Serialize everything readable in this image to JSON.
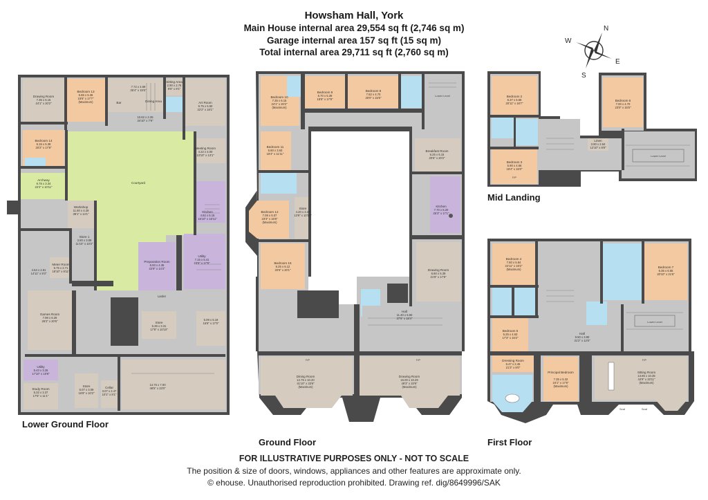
{
  "header": {
    "title": "Howsham Hall, York",
    "line1": "Main House internal area 29,554 sq ft (2,746 sq m)",
    "line2": "Garage internal area 157 sq ft (15 sq m)",
    "line3": "Total internal area 29,711 sq ft (2,760 sq m)"
  },
  "compass": {
    "n": "N",
    "e": "E",
    "s": "S",
    "w": "W"
  },
  "floors": {
    "lower": "Lower Ground Floor",
    "ground": "Ground Floor",
    "mid": "Mid Landing",
    "first": "First Floor"
  },
  "rooms": {
    "lg": [
      {
        "name": "Drawing Room",
        "dims": "7.35 x 6.15",
        "imp": "24'1\" x 20'2\""
      },
      {
        "name": "Bedroom 13",
        "dims": "5.65 x 5.36",
        "imp": "18'6\" x 17'7\"",
        "note": "(Maximum)"
      },
      {
        "name": "Bar",
        "dims": "",
        "imp": ""
      },
      {
        "name": "",
        "dims": "7.72 x 4.69",
        "imp": "25'4\" x 15'5\""
      },
      {
        "name": "Dining Area",
        "dims": "",
        "imp": ""
      },
      {
        "name": "Sitting Area",
        "dims": "2.90 x 2.76",
        "imp": "9'6\" x 9'1\""
      },
      {
        "name": "Art Room",
        "dims": "6.75 x 5.50",
        "imp": "22'2\" x 18'1\""
      },
      {
        "name": "",
        "dims": "10.62 x 2.35",
        "imp": "34'10\" x 7'9\""
      },
      {
        "name": "Bedroom 14",
        "dims": "6.15 x 5.38",
        "imp": "20'2\" x 17'8\""
      },
      {
        "name": "Meeting Room",
        "dims": "4.22 x 4.00",
        "imp": "13'10\" x 13'1\""
      },
      {
        "name": "Archway",
        "dims": "6.75 x 3.34",
        "imp": "22'2\" x 10'11\""
      },
      {
        "name": "Courtyard",
        "dims": "",
        "imp": ""
      },
      {
        "name": "Workshop",
        "dims": "11.60 x 4.29",
        "imp": "38'1\" x 14'1\""
      },
      {
        "name": "Kitchen",
        "dims": "4.82 x 5.15",
        "imp": "15'10\" x 16'11\""
      },
      {
        "name": "Store 1",
        "dims": "3.60 x 3.09",
        "imp": "11'10\" x 10'2\""
      },
      {
        "name": "Meter Room",
        "dims": "5.75 x 2.71",
        "imp": "18'10\" x 8'11\""
      },
      {
        "name": "",
        "dims": "4.54 x 2.81",
        "imp": "14'11\" x 9'3\""
      },
      {
        "name": "Preparation Room",
        "dims": "6.93 x 4.35",
        "imp": "22'9\" x 14'3\""
      },
      {
        "name": "Utility",
        "dims": "7.15 x 5.41",
        "imp": "23'5\" x 17'9\""
      },
      {
        "name": "Larder",
        "dims": "",
        "imp": ""
      },
      {
        "name": "Games Room",
        "dims": "7.98 x 6.26",
        "imp": "26'2\" x 20'6\""
      },
      {
        "name": "Store",
        "dims": "5.39 x 3.31",
        "imp": "17'8\" x 10'10\""
      },
      {
        "name": "",
        "dims": "5.09 x 5.19",
        "imp": "16'8\" x 17'0\""
      },
      {
        "name": "Utility",
        "dims": "5.43 x 3.26",
        "imp": "17'10\" x 10'8\""
      },
      {
        "name": "Study Room",
        "dims": "5.32 x 3.37",
        "imp": "17'5\" x 11'1\""
      },
      {
        "name": "Store",
        "dims": "5.07 x 3.09",
        "imp": "16'8\" x 10'2\""
      },
      {
        "name": "Cellar",
        "dims": "3.07 x 2.47",
        "imp": "10'1\" x 8'1\""
      },
      {
        "name": "",
        "dims": "14.75 x 7.00",
        "imp": "48'5\" x 23'0\""
      }
    ],
    "gf": [
      {
        "name": "Bedroom 10",
        "dims": "7.35 x 6.15",
        "imp": "24'1\" x 20'2\"",
        "note": "(Maximum)"
      },
      {
        "name": "Bedroom 9",
        "dims": "5.70 x 5.39",
        "imp": "18'8\" x 17'8\""
      },
      {
        "name": "Bedroom 8",
        "dims": "7.62 x 4.70",
        "imp": "25'0\" x 15'5\""
      },
      {
        "name": "Lower Level",
        "dims": "",
        "imp": ""
      },
      {
        "name": "Bedroom 11",
        "dims": "5.60 x 3.63",
        "imp": "18'4\" x 11'11\""
      },
      {
        "name": "Breakfast Room",
        "dims": "6.25 x 6.15",
        "imp": "20'6\" x 20'2\""
      },
      {
        "name": "Bedroom 12",
        "dims": "7.08 x 5.07",
        "imp": "23'3\" x 16'8\"",
        "note": "(Maximum)"
      },
      {
        "name": "Store",
        "dims": "4.20 x 3.29",
        "imp": "13'9\" x 10'10\""
      },
      {
        "name": "Kitchen",
        "dims": "7.70 x 5.20",
        "imp": "25'3\" x 17'1\""
      },
      {
        "name": "Bedroom 15",
        "dims": "6.25 x 6.12",
        "imp": "20'6\" x 20'1\""
      },
      {
        "name": "Drawing Room",
        "dims": "6.60 x 5.39",
        "imp": "21'8\" x 17'8\""
      },
      {
        "name": "Hall",
        "dims": "11.40 x 5.60",
        "imp": "37'5\" x 18'4\""
      },
      {
        "name": "Dining Room",
        "dims": "12.75 x 10.20",
        "imp": "41'10\" x 33'6\"",
        "note": "(Maximum)"
      },
      {
        "name": "Drawing Room",
        "dims": "15.00 x 10.29",
        "imp": "49'3\" x 33'9\"",
        "note": "(Maximum)"
      }
    ],
    "ml": [
      {
        "name": "Bedroom 2",
        "dims": "6.37 x 5.66",
        "imp": "20'11\" x 18'7\""
      },
      {
        "name": "Bedroom 6",
        "dims": "7.00 x 4.70",
        "imp": "23'0\" x 15'5\""
      },
      {
        "name": "Linen",
        "dims": "3.90 x 2.64",
        "imp": "12'10\" x 8'8\""
      },
      {
        "name": "Bedroom 3",
        "dims": "5.90 x 4.56",
        "imp": "19'4\" x 15'0\""
      },
      {
        "name": "Lower Level",
        "dims": "",
        "imp": ""
      }
    ],
    "ff": [
      {
        "name": "Bedroom 4",
        "dims": "7.60 x 5.84",
        "imp": "24'11\" x 19'2\"",
        "note": "(Maximum)"
      },
      {
        "name": "Bedroom 7",
        "dims": "6.35 x 6.55",
        "imp": "20'10\" x 21'6\""
      },
      {
        "name": "Bedroom 5",
        "dims": "5.25 x 4.63",
        "imp": "17'3\" x 15'2\""
      },
      {
        "name": "Hall",
        "dims": "9.50 x 3.80",
        "imp": "31'2\" x 12'6\""
      },
      {
        "name": "Lower Level",
        "dims": "",
        "imp": ""
      },
      {
        "name": "Dressing Room",
        "dims": "6.47 x 2.45",
        "imp": "21'3\" x 8'0\""
      },
      {
        "name": "Principal Bedroom",
        "dims": "7.35 x 5.32",
        "imp": "24'1\" x 17'6\"",
        "note": "(Maximum)"
      },
      {
        "name": "Sitting Room",
        "dims": "13.65 x 10.35",
        "imp": "44'9\" x 33'11\"",
        "note": "(Maximum)"
      }
    ]
  },
  "marks": {
    "fp": "F/P",
    "seat": "Seat"
  },
  "footer": {
    "line1": "FOR ILLUSTRATIVE PURPOSES ONLY - NOT TO SCALE",
    "line2": "The position & size of doors, windows, appliances and other features are approximate only.",
    "line3": "© ehouse. Unauthorised reproduction prohibited. Drawing ref. dig/8649996/SAK"
  },
  "colors": {
    "wall": "#4a4a4a",
    "floor": "#c6c6c6",
    "bedroom": "#f2c9a0",
    "reception": "#d5ccbf",
    "wet": "#b7dff2",
    "service": "#c9b5dc",
    "courtyard": "#d9eba2"
  }
}
